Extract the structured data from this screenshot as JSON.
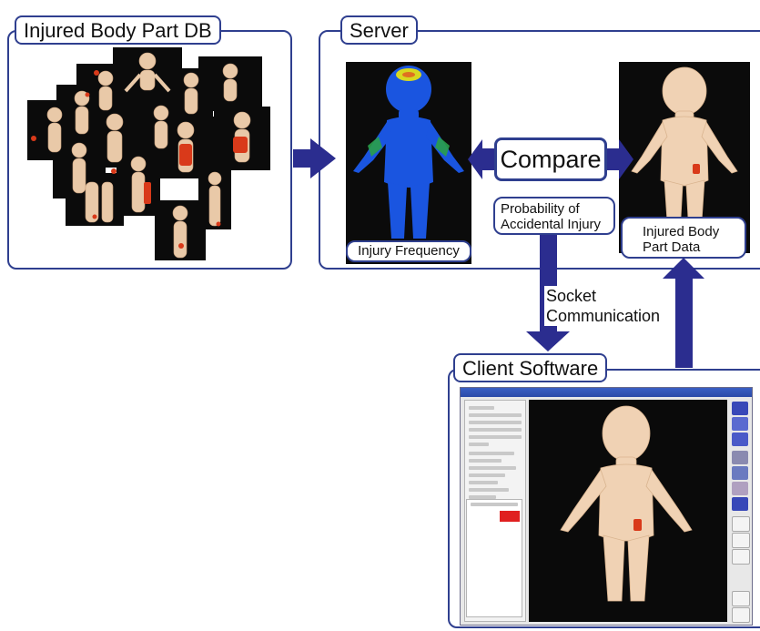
{
  "groups": {
    "db_title": "Injured Body Part DB",
    "server_title": "Server",
    "client_title": "Client Software"
  },
  "server": {
    "compare_label": "Compare",
    "injury_frequency_label": "Injury Frequency",
    "probability_label_line1": "Probability of",
    "probability_label_line2": "Accidental Injury",
    "injured_data_line1": "Injured Body",
    "injured_data_line2": "Part Data"
  },
  "connection": {
    "socket_line1": "Socket",
    "socket_line2": "Communication"
  },
  "colors": {
    "arrow": "#2b2d8f",
    "border": "#2f3f8f",
    "skin": "#f0d2b4",
    "heat_blue": "#1a55e0",
    "injury_red": "#d93a1a"
  }
}
